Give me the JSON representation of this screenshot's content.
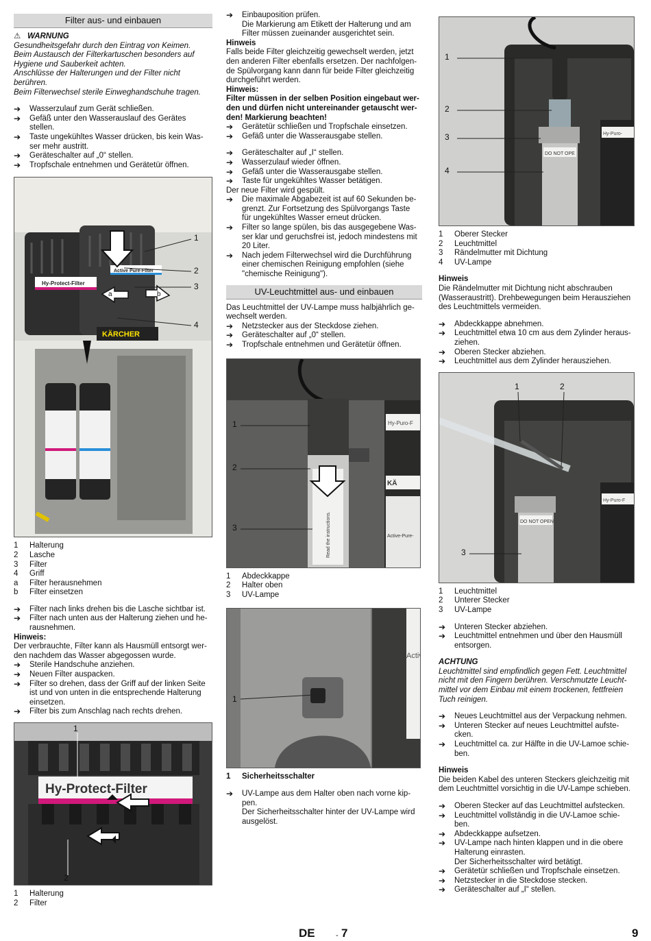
{
  "col1": {
    "title": "Filter aus- und einbauen",
    "warning_label": "WARNUNG",
    "warning_text": [
      "Gesundheitsgefahr durch den Eintrag von Keimen.",
      "Beim Austausch der Filterkartuschen besonders auf",
      "Hygiene und Sauberkeit achten.",
      "Anschlüsse der Halterungen und der Filter nicht berühren.",
      "Beim Filterwechsel sterile Einweghandschuhe tragen."
    ],
    "steps1": [
      "Wasserzulauf zum Gerät schließen.",
      "Gefäß unter den Wasserauslauf des Gerätes stellen.",
      "Taste ungekühltes Wasser drücken, bis kein Was-\nser mehr austritt.",
      "Geräteschalter auf „0“ stellen.",
      "Tropfschale entnehmen und Gerätetür öffnen."
    ],
    "fig1_labels": [
      "1",
      "2",
      "3",
      "4",
      "a",
      "b"
    ],
    "fig1_filter_a": "Hy-Protect-Filter",
    "fig1_filter_b": "Active Pure-Filter",
    "fig1_brand": "KÄRCHER",
    "legend1": [
      {
        "k": "1",
        "v": "Halterung"
      },
      {
        "k": "2",
        "v": "Lasche"
      },
      {
        "k": "3",
        "v": "Filter"
      },
      {
        "k": "4",
        "v": "Griff"
      },
      {
        "k": "a",
        "v": "Filter herausnehmen"
      },
      {
        "k": "b",
        "v": "Filter einsetzen"
      }
    ],
    "steps2": [
      "Filter nach links drehen bis die Lasche sichtbar ist.",
      "Filter nach unten aus der Halterung ziehen und he-\nrausnehmen."
    ],
    "hinweis_label": "Hinweis:",
    "hinweis_text": "Der verbrauchte, Filter kann als Hausmüll entsorgt wer-\nden nachdem das Wasser abgegossen wurde.",
    "steps3": [
      "Sterile Handschuhe anziehen.",
      "Neuen Filter auspacken.",
      "Filter so drehen, dass der Griff auf der linken Seite\nist und von unten in die entsprechende Halterung\neinsetzen.",
      "Filter bis zum Anschlag nach rechts drehen."
    ],
    "fig2_labels": [
      "1",
      "2"
    ],
    "fig2_filter": "Hy-Protect-Filter",
    "legend2": [
      {
        "k": "1",
        "v": "Halterung"
      },
      {
        "k": "2",
        "v": "Filter"
      }
    ]
  },
  "col2": {
    "steps1": [
      "Einbauposition prüfen.\nDie Markierung am Etikett der Halterung und am\nFilter müssen zueinander ausgerichtet sein."
    ],
    "hinweis1_label": "Hinweis",
    "hinweis1_text": "Falls beide Filter gleichzeitig gewechselt werden, jetzt\nden anderen Filter ebenfalls ersetzen. Der nachfolgen-\nde Spülvorgang kann dann für beide Filter gleichzeitig\ndurchgeführt werden.",
    "hinweis2_label": "Hinweis:",
    "hinweis2_text": "Filter müssen in der selben Position eingebaut wer-\nden und dürfen nicht untereinander getauscht wer-\nden! Markierung beachten!",
    "steps2": [
      "Gerätetür schließen und Tropfschale einsetzen.",
      "Gefäß unter die Wasserausgabe stellen."
    ],
    "steps3": [
      "Geräteschalter auf „I“ stellen.",
      "Wasserzulauf wieder öffnen.",
      "Gefäß unter die Wasserausgabe stellen.",
      "Taste für ungekühltes Wasser betätigen."
    ],
    "flush_text": "Der neue Filter wird gespült.",
    "steps4": [
      "Die maximale Abgabezeit ist auf 60 Sekunden  be-\ngrenzt. Zur Fortsetzung des Spülvorgangs Taste\nfür ungekühltes Wasser erneut drücken.",
      "Filter so lange spülen, bis das ausgegebene Was-\nser klar und geruchsfrei ist, jedoch mindestens mit\n20 Liter.",
      "Nach jedem Filterwechsel wird die Durchführung\neiner chemischen Reinigung empfohlen (siehe\n\"chemische Reinigung\")."
    ],
    "title2": "UV-Leuchtmittel aus- und einbauen",
    "intro": "Das Leuchtmittel der UV-Lampe muss halbjährlich ge-\nwechselt werden.",
    "steps5": [
      "Netzstecker aus der Steckdose ziehen.",
      "Geräteschalter auf „0“ stellen.",
      "Tropfschale entnehmen und Gerätetür öffnen."
    ],
    "fig3_labels": [
      "1",
      "2",
      "3"
    ],
    "fig3_label_a": "Hy-Puro-F",
    "fig3_label_b": "Active-Pure-",
    "fig3_brand": "KÄ",
    "fig3_sticker": "Read the instructions.",
    "legend3": [
      {
        "k": "1",
        "v": "Abdeckkappe"
      },
      {
        "k": "2",
        "v": "Halter oben"
      },
      {
        "k": "3",
        "v": "UV-Lampe"
      }
    ],
    "fig4_labels": [
      "1"
    ],
    "fig4_side_text": "Activ",
    "legend4": [
      {
        "k": "1",
        "v": "Sicherheitsschalter"
      }
    ],
    "steps6": [
      "UV-Lampe aus dem Halter oben nach vorne kip-\npen.\nDer Sicherheitsschalter hinter der UV-Lampe wird\nausgelöst."
    ]
  },
  "col3": {
    "fig5_labels": [
      "1",
      "2",
      "3",
      "4"
    ],
    "fig5_sticker": "DO NOT OPE",
    "fig5_label": "Hy-Puro-",
    "legend5": [
      {
        "k": "1",
        "v": "Oberer Stecker"
      },
      {
        "k": "2",
        "v": "Leuchtmittel"
      },
      {
        "k": "3",
        "v": "Rändelmutter mit Dichtung"
      },
      {
        "k": "4",
        "v": "UV-Lampe"
      }
    ],
    "hinweis1_label": "Hinweis",
    "hinweis1_text": "Die Rändelmutter mit Dichtung nicht abschrauben\n(Wasseraustritt). Drehbewegungen beim Herausziehen\ndes Leuchtmittels vermeiden.",
    "steps1": [
      "Abdeckkappe abnehmen.",
      "Leuchtmittel etwa 10 cm aus dem Zylinder heraus-\nziehen.",
      "Oberen Stecker abziehen.",
      "Leuchtmittel aus dem Zylinder herausziehen."
    ],
    "fig6_labels": [
      "1",
      "2",
      "3"
    ],
    "fig6_sticker": "DO NOT OPEN",
    "fig6_label": "Hy-Puro-F",
    "legend6": [
      {
        "k": "1",
        "v": "Leuchtmittel"
      },
      {
        "k": "2",
        "v": "Unterer Stecker"
      },
      {
        "k": "3",
        "v": "UV-Lampe"
      }
    ],
    "steps2": [
      "Unteren Stecker abziehen.",
      "Leuchtmittel entnehmen und über den Hausmüll\nentsorgen."
    ],
    "achtung_label": "ACHTUNG",
    "achtung_text": "Leuchtmittel sind empfindlich gegen Fett. Leuchtmittel\nnicht mit den Fingern berühren. Verschmutzte Leucht-\nmittel vor dem Einbau mit einem trockenen, fettfreien\nTuch reinigen.",
    "steps3": [
      "Neues Leuchtmittel aus der Verpackung nehmen.",
      "Unteren Stecker auf neues Leuchtmittel aufste-\ncken.",
      "Leuchtmittel ca. zur Hälfte in die UV-Lamoe schie-\nben."
    ],
    "hinweis2_label": "Hinweis",
    "hinweis2_text": "Die beiden Kabel des unteren Steckers gleichzeitig mit\ndem Leuchtmittel vorsichtig in die UV-Lampe schieben.",
    "steps4": [
      "Oberen Stecker auf das Leuchtmittel aufstecken.",
      "Leuchtmittel vollständig in die UV-Lamoe schie-\nben.",
      "Abdeckkappe aufsetzen.",
      "UV-Lampe nach hinten klappen und in die obere\nHalterung einrasten.\nDer Sicherheitsschalter wird betätigt.",
      "Gerätetür schließen und Tropfschale einsetzen.",
      "Netzstecker in die Steckdose stecken.",
      "Geräteschalter auf „I“ stellen."
    ]
  },
  "footer": {
    "lang": "DE",
    "dash": "-",
    "page": "7",
    "sheet": "9"
  }
}
